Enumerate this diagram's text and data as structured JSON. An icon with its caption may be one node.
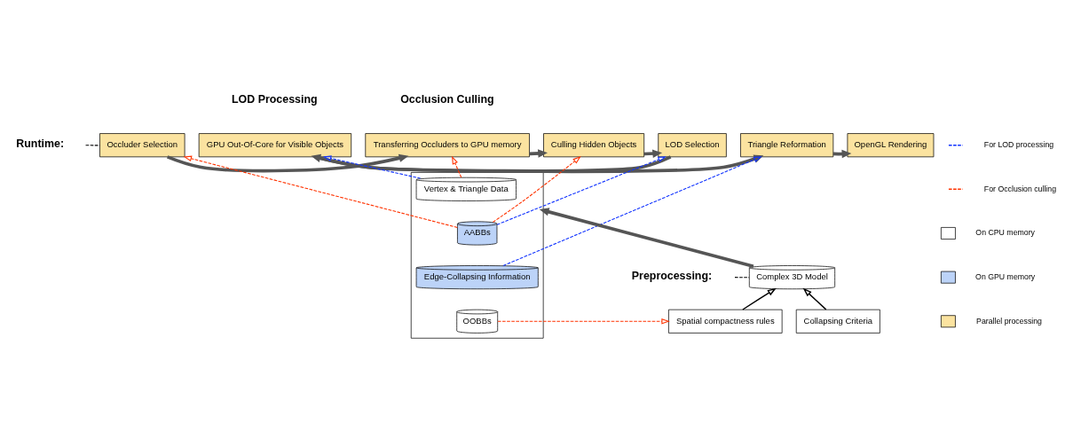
{
  "diagram": {
    "nodes": [
      {
        "text": [
          "Occluder Selection"
        ]
      },
      {
        "text": [
          "Transferring Occluders to GPU memory"
        ]
      },
      {
        "text": [
          "Culling Hidden Objects"
        ]
      },
      {
        "text": [
          "LOD Selection"
        ]
      },
      {
        "text": [
          "GPU Out-Of-Core for Visible Objects"
        ]
      },
      {
        "text": [
          "Triangle Reformation"
        ]
      },
      {
        "text": [
          "OpenGL Rendering"
        ]
      },
      {
        "text": [],
        "shape": "box"
      },
      {
        "text": [
          "Vertex & Triangle Data"
        ],
        "in": 7
      },
      {
        "text": [
          "AABBs"
        ],
        "in": 7
      },
      {
        "text": [
          "Edge-Collapsing Information"
        ],
        "in": 7
      },
      {
        "text": [
          "OOBBs"
        ],
        "in": 7
      },
      {
        "text": [
          "Complex 3D Model"
        ]
      },
      {
        "text": [
          "Collapsing Criteria"
        ]
      },
      {
        "text": [
          "Spatial compactness rules"
        ]
      }
    ],
    "edges": [
      {
        "from": null,
        "to": 0,
        "arrow": "none",
        "style": "dashed"
      },
      {
        "from": 0,
        "to": 1,
        "arrow": "to",
        "style": "thick",
        "color": "#555555"
      },
      {
        "from": 1,
        "to": 2,
        "arrow": "to",
        "style": "thick",
        "color": "#555555"
      },
      {
        "from": 2,
        "to": 3,
        "arrow": "to",
        "style": "thick",
        "color": "#555555"
      },
      {
        "from": 3,
        "to": 4,
        "arrow": "to",
        "style": "thick",
        "color": "#555555"
      },
      {
        "from": 4,
        "to": 5,
        "arrow": "to",
        "style": "thick",
        "color": "#555555"
      },
      {
        "from": 5,
        "to": 6,
        "arrow": "to",
        "style": "thick",
        "color": "#555555"
      },
      {
        "from": 8,
        "to": 1,
        "arrow": "to",
        "style": "dashed",
        "color": "#ff3300"
      },
      {
        "from": 9,
        "to": 0,
        "arrow": "to",
        "style": "dashed",
        "color": "#ff3300"
      },
      {
        "from": 9,
        "to": 2,
        "arrow": "to",
        "style": "dashed",
        "color": "#ff3300"
      },
      {
        "from": 8,
        "to": 4,
        "arrow": "to",
        "style": "dashed",
        "color": "#1133ff"
      },
      {
        "from": 9,
        "to": 3,
        "arrow": "to",
        "style": "dashed",
        "color": "#1133ff"
      },
      {
        "from": 10,
        "to": 5,
        "arrow": "to",
        "style": "dashed",
        "color": "#1133ff"
      },
      {
        "from": 11,
        "to": 14,
        "arrow": "to",
        "style": "dashed",
        "color": "#ff3300"
      },
      {
        "from": null,
        "to": 12,
        "arrow": "none",
        "style": "dashed"
      },
      {
        "from": 12,
        "to": 7,
        "arrow": "to",
        "style": "thick",
        "color": "#555555"
      },
      {
        "from": 13,
        "to": 12,
        "arrow": "to"
      },
      {
        "from": 14,
        "to": 12,
        "arrow": "to"
      }
    ],
    "labels": [
      "Occlusion Culling",
      "LOD Processing",
      "Runtime:",
      "Preprocessing:"
    ],
    "legend": [
      {
        "text": "For LOD processing"
      },
      {
        "text": "For Occlusion culling"
      },
      {
        "text": "On CPU memory",
        "color": "#ffffff"
      },
      {
        "text": "On GPU memory",
        "color": "#bcd3f8"
      },
      {
        "text": "Parallel processing",
        "color": "#fbe3a0"
      }
    ]
  }
}
